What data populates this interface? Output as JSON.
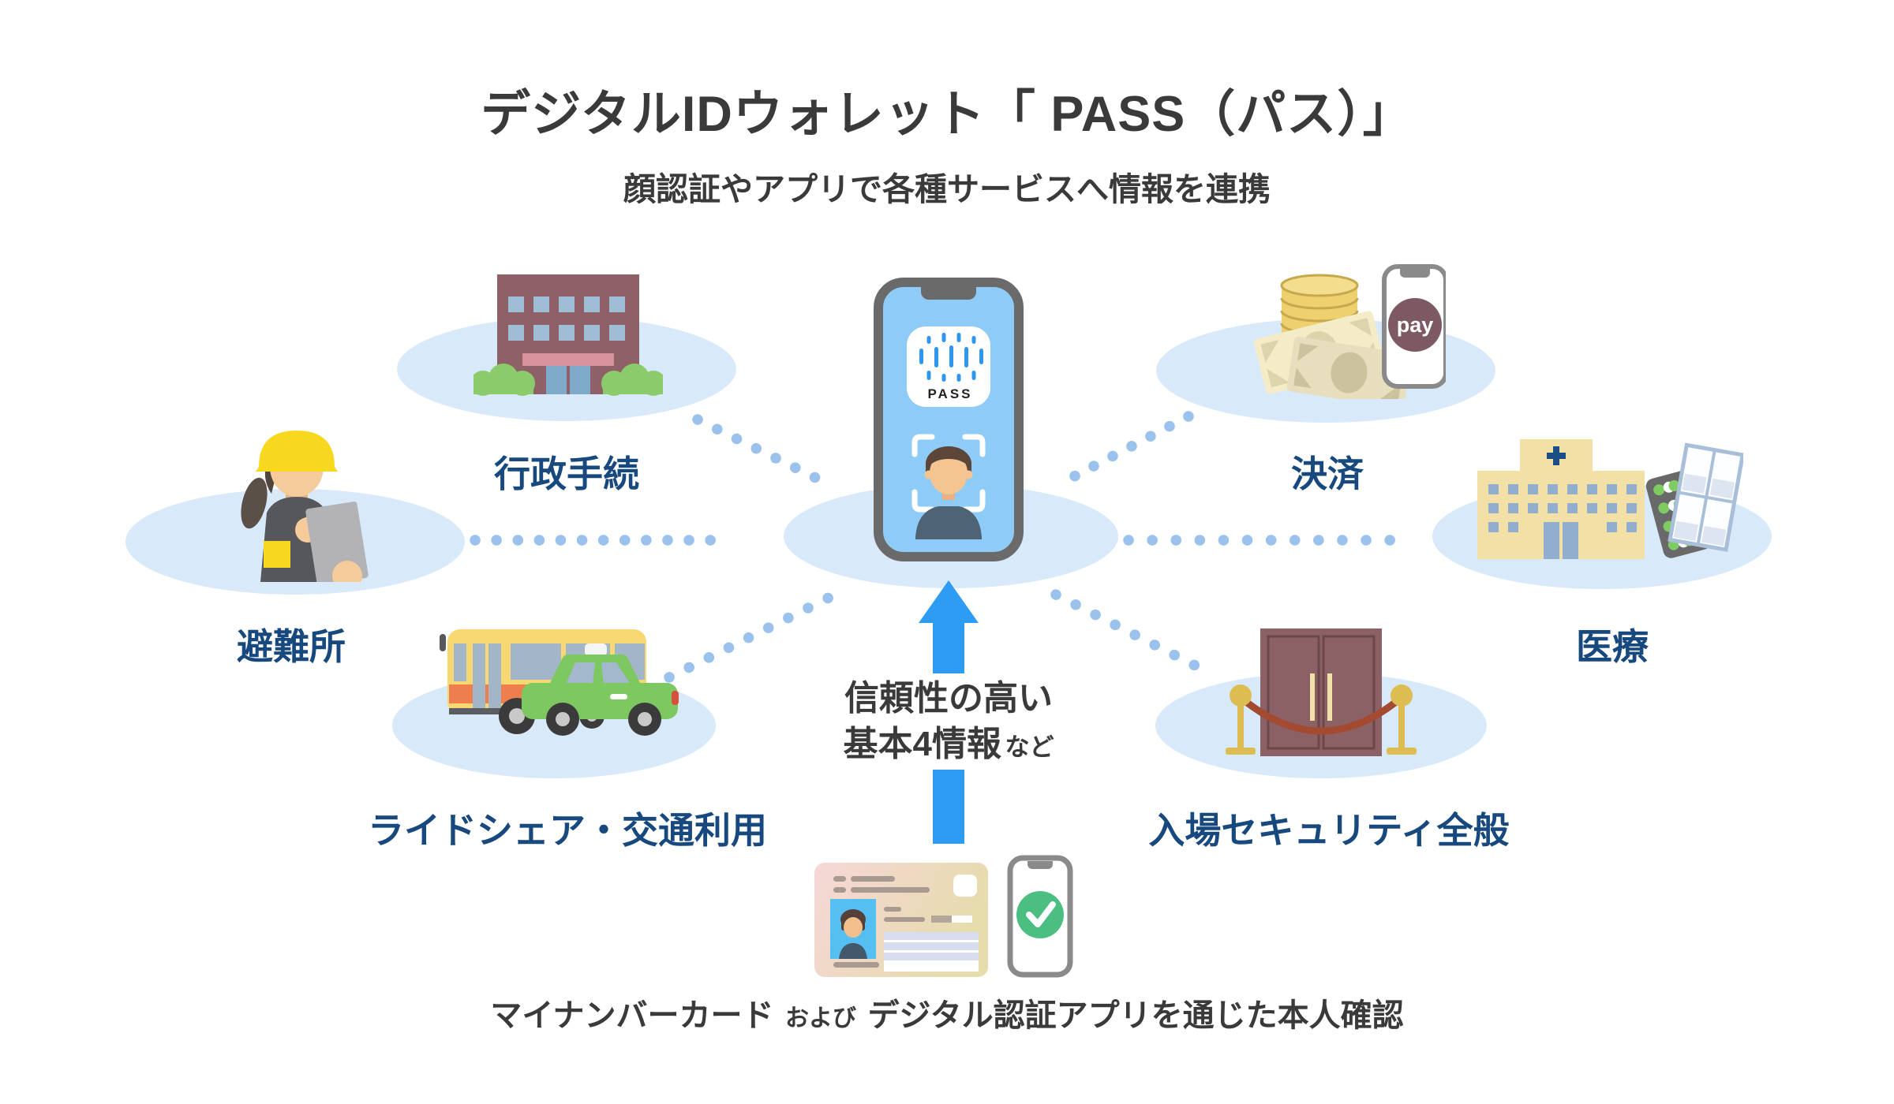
{
  "title": "デジタルIDウォレット「 PASS（パス）」",
  "subtitle": "顔認証やアプリで各種サービスへ情報を連携",
  "center": {
    "app_name": "PASS"
  },
  "nodes": [
    {
      "id": "government",
      "label": "行政手続"
    },
    {
      "id": "payment",
      "label": "決済",
      "pay_badge": "pay"
    },
    {
      "id": "shelter",
      "label": "避難所"
    },
    {
      "id": "medical",
      "label": "医療"
    },
    {
      "id": "rideshare",
      "label": "ライドシェア・交通利用"
    },
    {
      "id": "security",
      "label": "入場セキュリティ全般"
    }
  ],
  "arrow_note": {
    "line1": "信頼性の高い",
    "line2_main": "基本4情報",
    "line2_suffix": "など"
  },
  "footer": {
    "part1": "マイナンバーカード",
    "conj": "および",
    "part2": "デジタル認証アプリを通じた本人確認"
  },
  "colors": {
    "accent_arrow": "#2F9CF3",
    "label_navy": "#17497F",
    "ellipse_blue": "#D8E9FA",
    "dot_blue": "#9AC2EC",
    "text_dark": "#3A3A3A",
    "phone_screen_blue": "#8FCBF7",
    "logo_blue": "#2F96EE"
  }
}
